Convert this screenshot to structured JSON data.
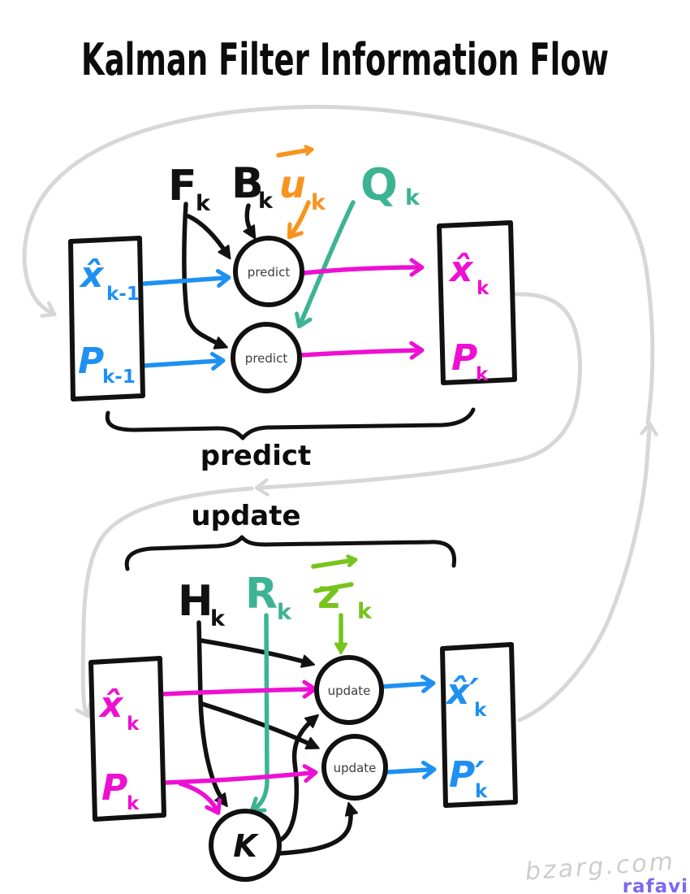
{
  "title": "Kalman Filter Information Flow",
  "colors": {
    "ink": "#111111",
    "state_in_blue": "#1e90f2",
    "predicted_magenta": "#ee10d2",
    "control_orange": "#f7941e",
    "noise_teal": "#3cb494",
    "measurement_green": "#76c41d",
    "flow_gray": "#d7d7d7",
    "watermark_gray": "#cdcdcd",
    "signature_purple": "#7b6af0"
  },
  "predict_section": {
    "brace_label": "predict",
    "node1": "predict",
    "node2": "predict",
    "inputs": {
      "F": {
        "main": "F",
        "sub": "k"
      },
      "B": {
        "main": "B",
        "sub": "k"
      },
      "u": {
        "main": "u",
        "sub": "k"
      },
      "Q": {
        "main": "Q",
        "sub": "k"
      }
    },
    "prev_state": {
      "x": {
        "main": "x̂",
        "sub": "k-1"
      },
      "P": {
        "main": "P",
        "sub": "k-1"
      }
    },
    "new_state": {
      "x": {
        "main": "x̂",
        "sub": "k"
      },
      "P": {
        "main": "P",
        "sub": "k"
      }
    }
  },
  "update_section": {
    "brace_label": "update",
    "node1": "update",
    "node2": "update",
    "gain": "K",
    "inputs": {
      "H": {
        "main": "H",
        "sub": "k"
      },
      "R": {
        "main": "R",
        "sub": "k"
      },
      "z": {
        "main": "z",
        "sub": "k"
      }
    },
    "prior_state": {
      "x": {
        "main": "x̂",
        "sub": "k"
      },
      "P": {
        "main": "P",
        "sub": "k"
      }
    },
    "new_state": {
      "x": {
        "main": "x̂′",
        "sub": "k"
      },
      "P": {
        "main": "P′",
        "sub": "k"
      }
    }
  },
  "watermark": {
    "site": "bzarg.com",
    "signature": "rafavi"
  }
}
